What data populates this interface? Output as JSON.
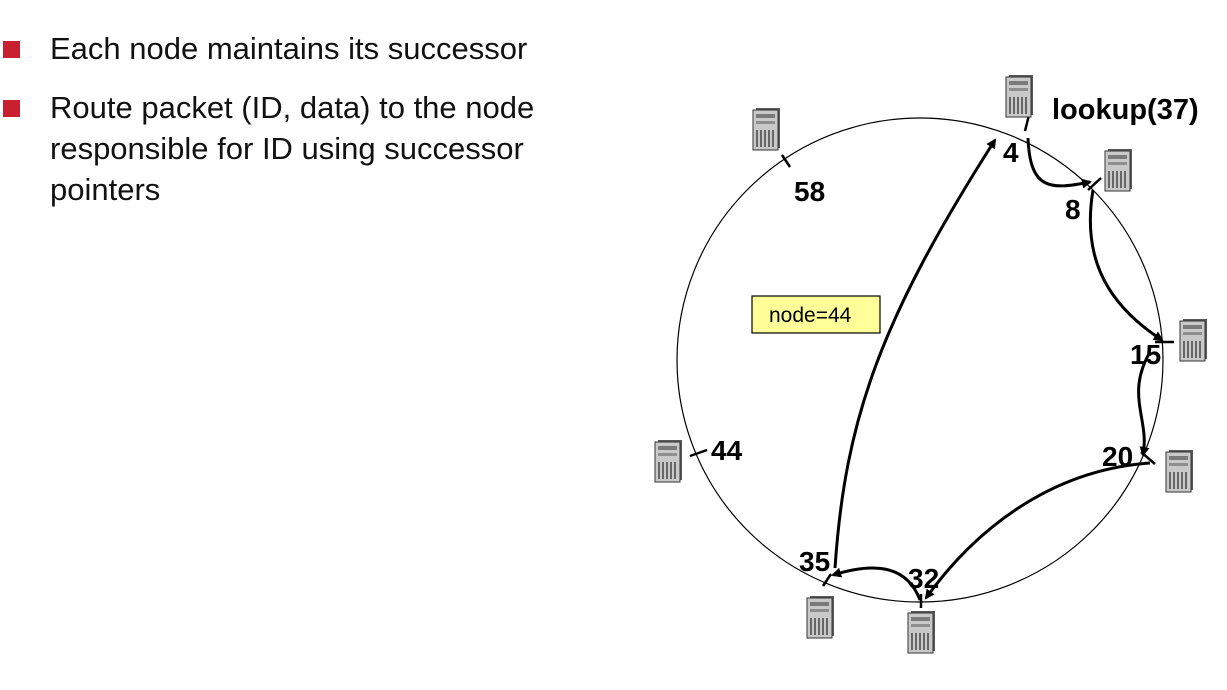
{
  "bullets": [
    {
      "text": "Each node maintains its successor"
    },
    {
      "text": "Route packet (ID, data) to the node responsible for ID using successor pointers"
    }
  ],
  "diagram": {
    "ring_nodes": [
      {
        "id": "4",
        "label": "4"
      },
      {
        "id": "8",
        "label": "8"
      },
      {
        "id": "15",
        "label": "15"
      },
      {
        "id": "20",
        "label": "20"
      },
      {
        "id": "32",
        "label": "32"
      },
      {
        "id": "35",
        "label": "35"
      },
      {
        "id": "44",
        "label": "44"
      },
      {
        "id": "58",
        "label": "58"
      }
    ],
    "lookup_label": "lookup(37)",
    "callout": "node=44",
    "route": [
      "4",
      "8",
      "15",
      "20",
      "32",
      "35",
      "4"
    ],
    "colors": {
      "bullet": "#c8202f",
      "callout_fill": "#ffff99",
      "ring": "#000000",
      "server_body": "#c9c9c9",
      "server_dark": "#5a5a5a"
    }
  }
}
